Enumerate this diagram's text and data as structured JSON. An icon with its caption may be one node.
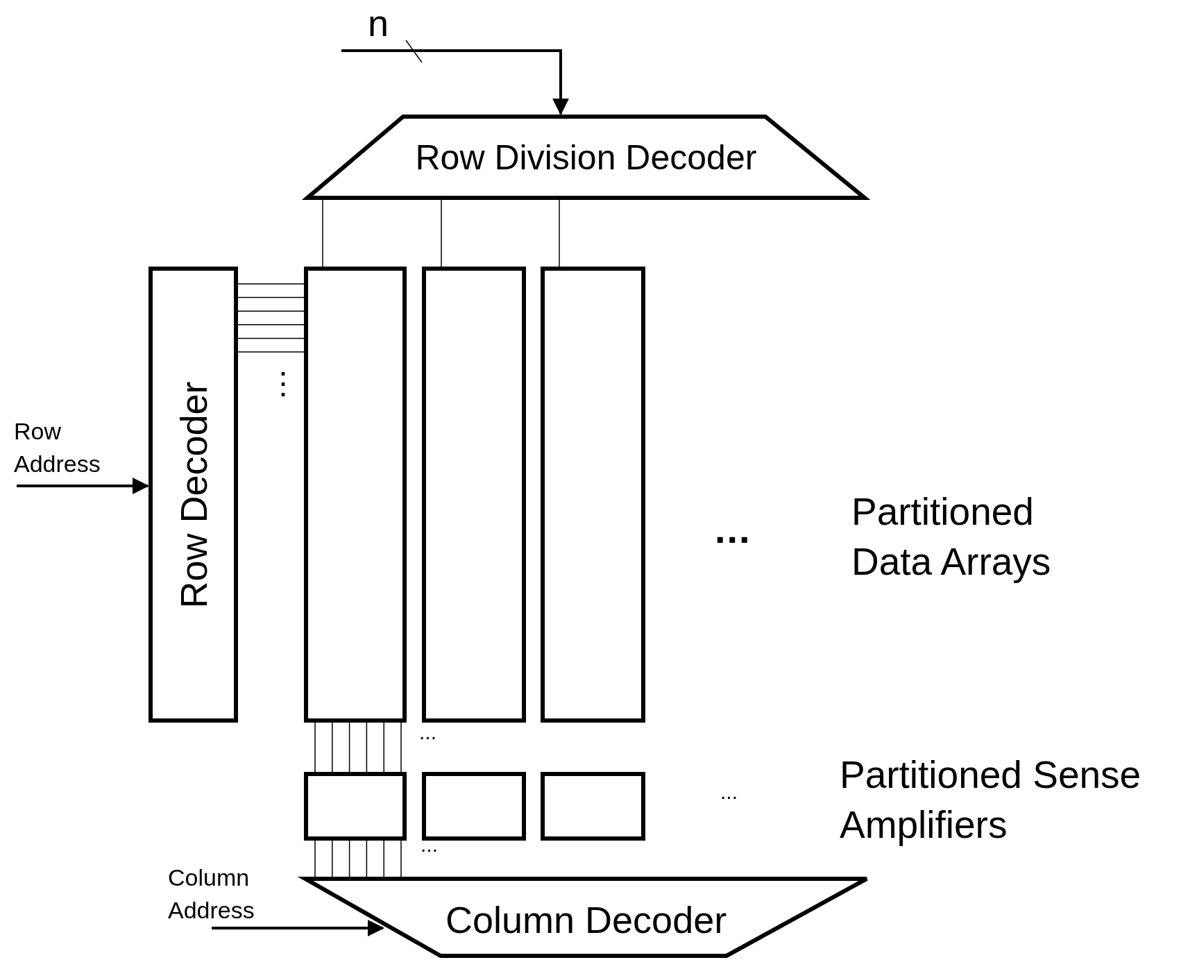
{
  "diagram": {
    "nodes": [
      {
        "text": [
          "Row Division Decoder"
        ]
      },
      {
        "text": [
          "Row Decoder"
        ]
      },
      {
        "text": [],
        "shape": "box"
      },
      {
        "text": [],
        "shape": "box"
      },
      {
        "text": [],
        "shape": "box"
      },
      {
        "text": [],
        "shape": "box"
      },
      {
        "text": [],
        "shape": "box"
      },
      {
        "text": [],
        "shape": "box"
      },
      {
        "text": [
          "Column Decoder"
        ]
      }
    ],
    "edges": [
      {
        "from": null,
        "to": 0,
        "arrow": "to",
        "label": "n"
      },
      {
        "from": 0,
        "to": 2,
        "arrow": "none"
      },
      {
        "from": 0,
        "to": 3,
        "arrow": "none"
      },
      {
        "from": 0,
        "to": 4,
        "arrow": "none"
      },
      {
        "from": 1,
        "to": 2,
        "arrow": "none"
      },
      {
        "from": 2,
        "to": 5,
        "arrow": "none"
      },
      {
        "from": 5,
        "to": 8,
        "arrow": "none"
      },
      {
        "from": null,
        "to": 1,
        "arrow": "to",
        "label": "Row Address"
      },
      {
        "from": null,
        "to": 8,
        "arrow": "to",
        "label": "Column Address"
      }
    ],
    "labels": [
      "⋮",
      "Partitioned Data Arrays",
      "...",
      "...",
      "Partitioned Sense Amplifiers",
      "...",
      "..."
    ]
  }
}
